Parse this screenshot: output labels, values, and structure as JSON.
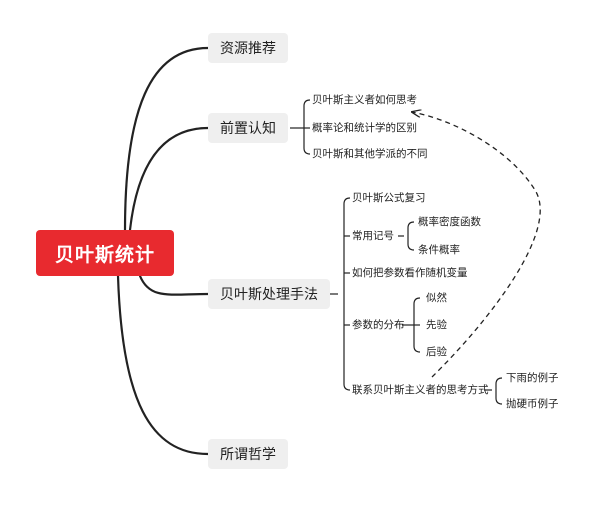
{
  "root": {
    "label": "贝叶斯统计",
    "color": "#e82a2f"
  },
  "branches": [
    {
      "label": "资源推荐"
    },
    {
      "label": "前置认知",
      "children": [
        "贝叶斯主义者如何思考",
        "概率论和统计学的区别",
        "贝叶斯和其他学派的不同"
      ]
    },
    {
      "label": "贝叶斯处理手法",
      "children": [
        {
          "label": "贝叶斯公式复习"
        },
        {
          "label": "常用记号",
          "children": [
            "概率密度函数",
            "条件概率"
          ]
        },
        {
          "label": "如何把参数看作随机变量"
        },
        {
          "label": "参数的分布",
          "children": [
            "似然",
            "先验",
            "后验"
          ]
        },
        {
          "label": "联系贝叶斯主义者的思考方式",
          "children": [
            "下雨的例子",
            "抛硬币例子"
          ]
        }
      ]
    },
    {
      "label": "所谓哲学"
    }
  ]
}
